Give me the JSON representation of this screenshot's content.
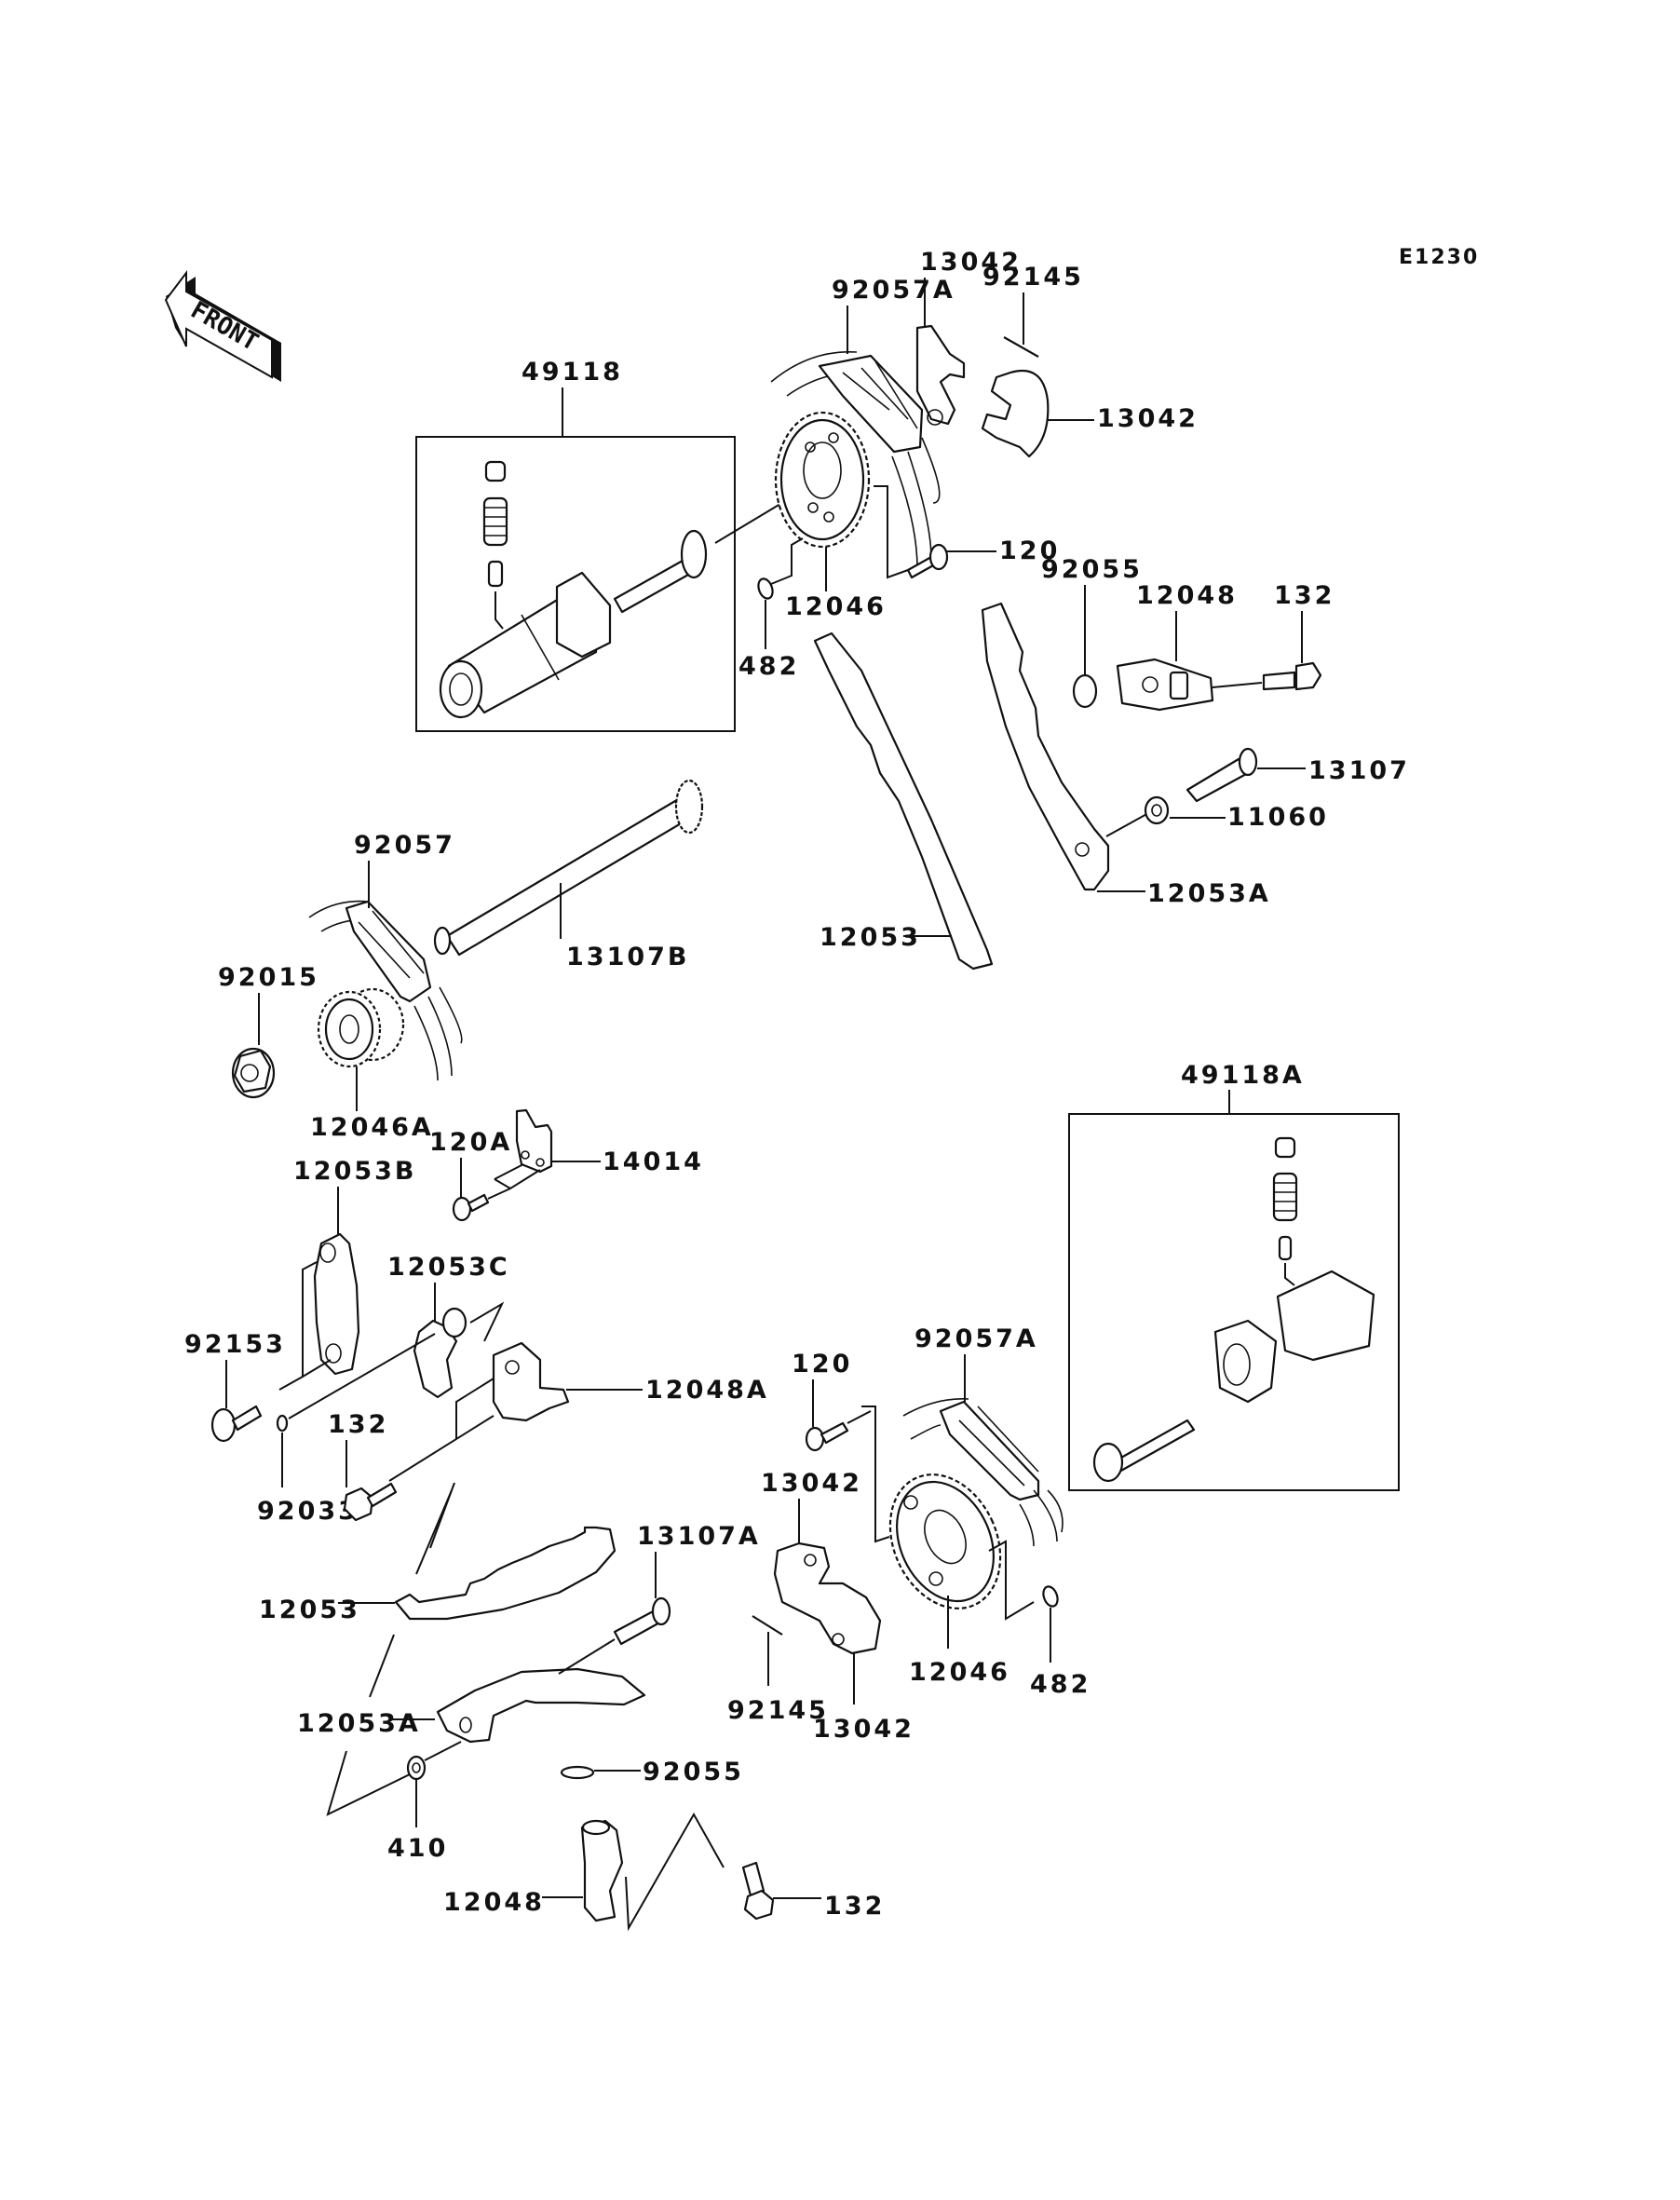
{
  "diagram": {
    "reference_code": "E1230",
    "front_arrow_text": "FRONT",
    "assemblies": {
      "upper_box": "49118",
      "lower_box": "49118A"
    },
    "labels": {
      "top_92057A": "92057A",
      "top_13042_a": "13042",
      "top_92145": "92145",
      "top_13042_b": "13042",
      "top_120": "120",
      "top_12046": "12046",
      "top_482": "482",
      "top_92055": "92055",
      "top_12048": "12048",
      "top_132": "132",
      "top_13107": "13107",
      "top_11060": "11060",
      "top_12053A": "12053A",
      "mid_12053": "12053",
      "mid_92057": "92057",
      "mid_13107B": "13107B",
      "mid_92015": "92015",
      "mid_12046A": "12046A",
      "mid_120A": "120A",
      "mid_14014": "14014",
      "mid_12053B": "12053B",
      "mid_12053C": "12053C",
      "mid_92153": "92153",
      "mid_12048A": "12048A",
      "mid_132": "132",
      "mid_92033": "92033",
      "low_120": "120",
      "low_92057A": "92057A",
      "low_13042_a": "13042",
      "low_13107A": "13107A",
      "low_12053": "12053",
      "low_12046": "12046",
      "low_482": "482",
      "low_92145": "92145",
      "low_13042_b": "13042",
      "low_12053A": "12053A",
      "low_92055": "92055",
      "low_410": "410",
      "low_12048": "12048",
      "low_132": "132"
    }
  }
}
